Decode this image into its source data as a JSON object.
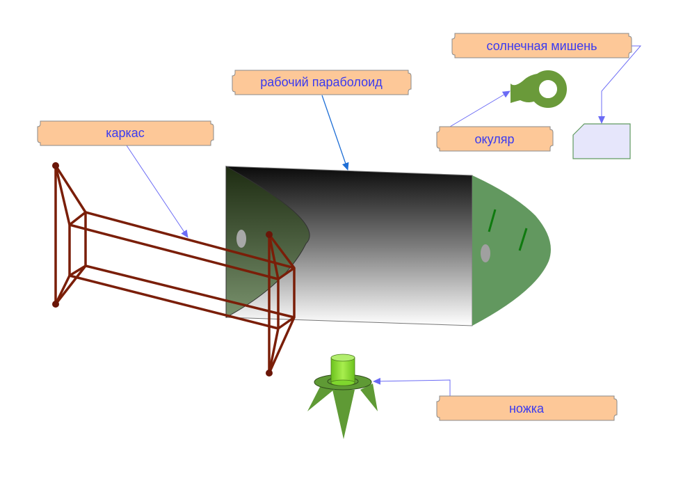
{
  "diagram": {
    "labels": {
      "frame": "каркас",
      "paraboloid": "рабочий параболоид",
      "solar_target": "солнечная мишень",
      "eyepiece": "окуляр",
      "stand": "ножка"
    },
    "colors": {
      "label_fill": "#fdc898",
      "label_stroke": "#8a8a8a",
      "label_text": "#3a3af0",
      "arrow_light": "#6b6bf5",
      "arrow_blue": "#1f6fd6",
      "frame_brown": "#7a1e08",
      "dish_green": "#62985f",
      "eyepiece_green": "#6a9a3a",
      "stand_green": "#5f9a35",
      "stand_cylinder": "#8ee03a",
      "target_fill": "#e6e6fb",
      "target_stroke": "#5f9a5f"
    }
  }
}
